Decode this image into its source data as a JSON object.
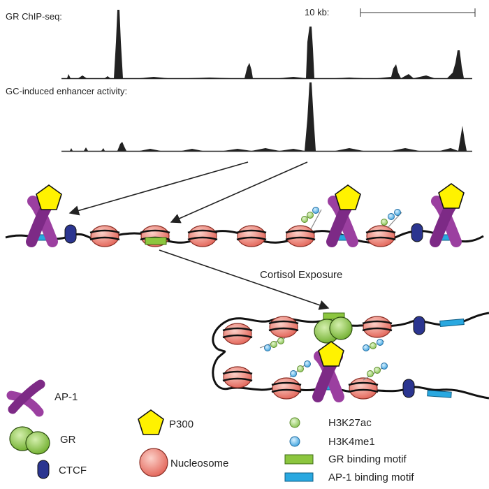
{
  "tracks": {
    "chip_label": "GR ChIP-seq:",
    "enhancer_label": "GC-induced enhancer activity:",
    "scale_label": "10 kb:"
  },
  "annotation": {
    "cortisol": "Cortisol Exposure"
  },
  "legend": {
    "ap1": "AP-1",
    "gr": "GR",
    "ctcf": "CTCF",
    "p300": "P300",
    "nucleosome": "Nucleosome",
    "h3k27ac": "H3K27ac",
    "h3k4me1": "H3K4me1",
    "gr_motif": "GR binding motif",
    "ap1_motif": "AP-1 binding motif"
  },
  "colors": {
    "ap1": "#9b3fa0",
    "gr": "#8cc63f",
    "ctcf": "#2b3590",
    "p300": "#fff200",
    "nucleosome": "#f08a7e",
    "h3k27ac": "#a9d67b",
    "h3k4me1": "#5bb6e8",
    "ap1_motif": "#29a8e0",
    "track": "#222222"
  }
}
